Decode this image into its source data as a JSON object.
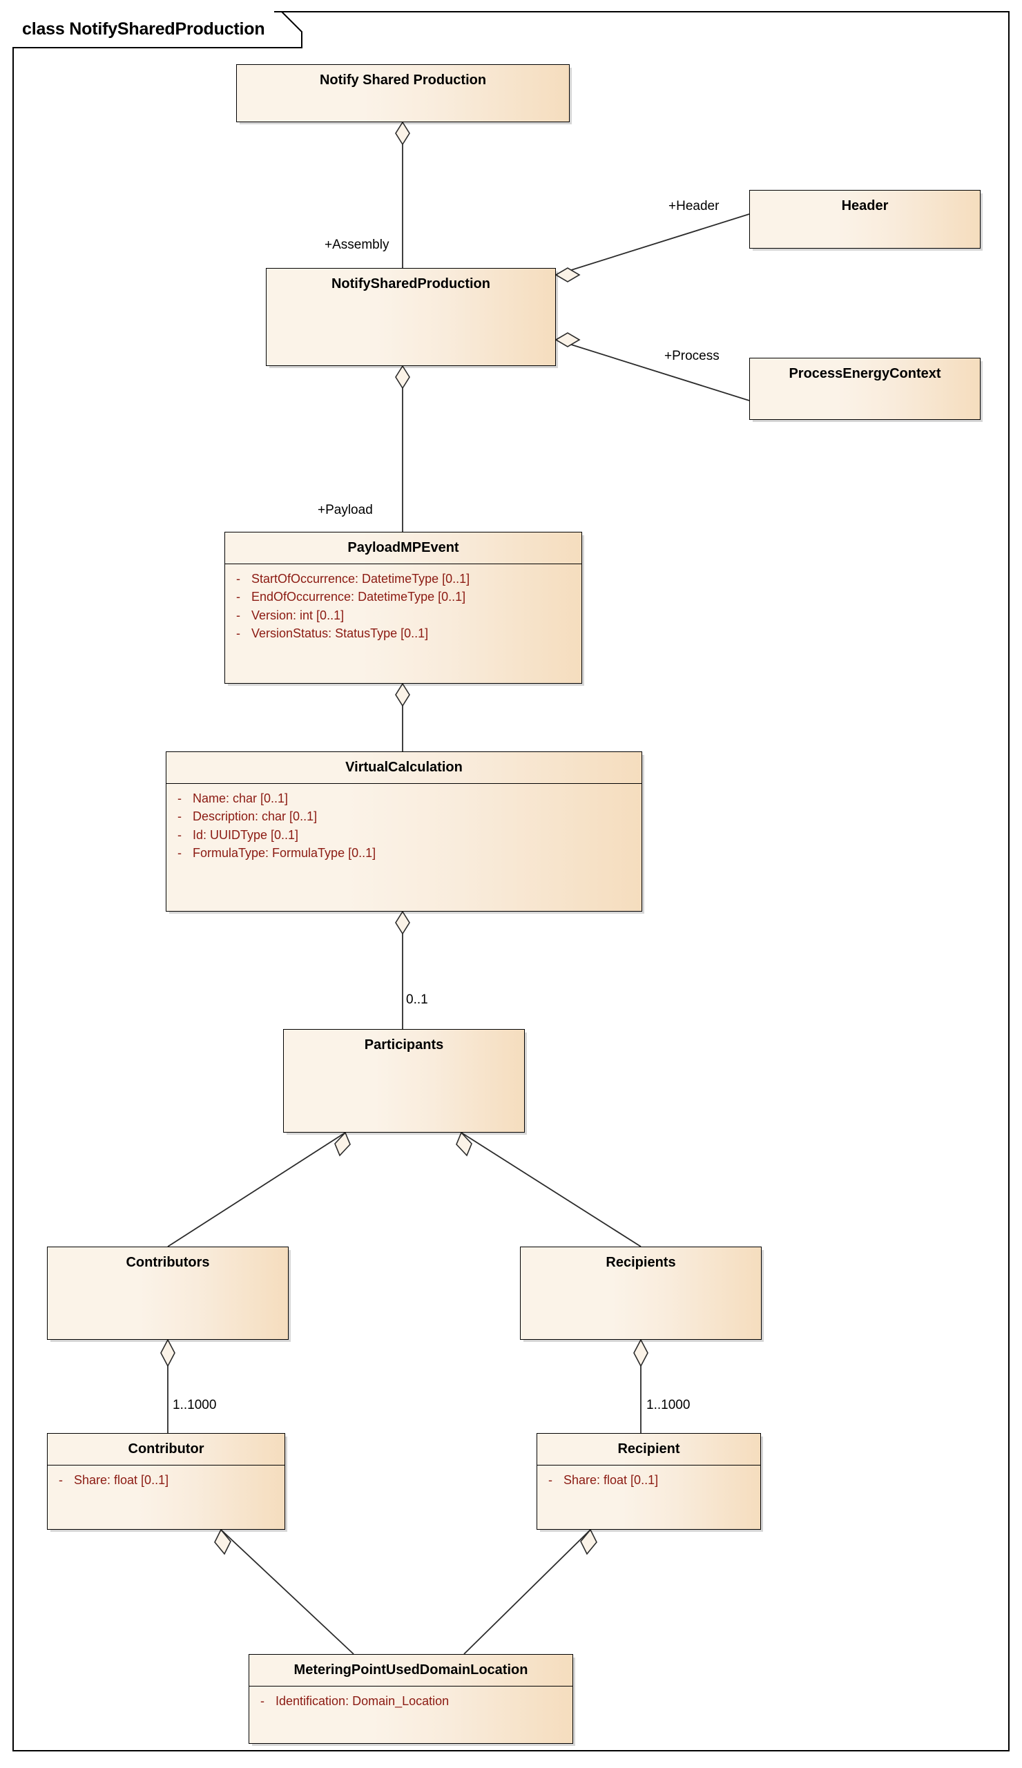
{
  "diagram": {
    "frame_label": "class NotifySharedProduction",
    "type": "uml-class-diagram",
    "colors": {
      "box_fill_left": "#FBF3E8",
      "box_fill_right": "#F5DDBE",
      "border": "#000000",
      "attribute_text": "#8B1A12",
      "title_text": "#000000",
      "background": "#FFFFFF"
    }
  },
  "classes": [
    {
      "id": "notify-shared-production-pkg",
      "name": "Notify Shared Production",
      "attributes": []
    },
    {
      "id": "notify-shared-production",
      "name": "NotifySharedProduction",
      "attributes": []
    },
    {
      "id": "header",
      "name": "Header",
      "attributes": []
    },
    {
      "id": "process-energy-context",
      "name": "ProcessEnergyContext",
      "attributes": []
    },
    {
      "id": "payload-mp-event",
      "name": "PayloadMPEvent",
      "attributes": [
        {
          "visibility": "-",
          "signature": "StartOfOccurrence: DatetimeType [0..1]"
        },
        {
          "visibility": "-",
          "signature": "EndOfOccurrence: DatetimeType [0..1]"
        },
        {
          "visibility": "-",
          "signature": "Version: int [0..1]"
        },
        {
          "visibility": "-",
          "signature": "VersionStatus: StatusType [0..1]"
        }
      ]
    },
    {
      "id": "virtual-calculation",
      "name": "VirtualCalculation",
      "attributes": [
        {
          "visibility": "-",
          "signature": "Name: char [0..1]"
        },
        {
          "visibility": "-",
          "signature": "Description: char [0..1]"
        },
        {
          "visibility": "-",
          "signature": "Id: UUIDType [0..1]"
        },
        {
          "visibility": "-",
          "signature": "FormulaType: FormulaType [0..1]"
        }
      ]
    },
    {
      "id": "participants",
      "name": "Participants",
      "attributes": []
    },
    {
      "id": "contributors",
      "name": "Contributors",
      "attributes": []
    },
    {
      "id": "recipients",
      "name": "Recipients",
      "attributes": []
    },
    {
      "id": "contributor",
      "name": "Contributor",
      "attributes": [
        {
          "visibility": "-",
          "signature": "Share: float [0..1]"
        }
      ]
    },
    {
      "id": "recipient",
      "name": "Recipient",
      "attributes": [
        {
          "visibility": "-",
          "signature": "Share: float [0..1]"
        }
      ]
    },
    {
      "id": "metering-point-used-domain-location",
      "name": "MeteringPointUsedDomainLocation",
      "attributes": [
        {
          "visibility": "-",
          "signature": "Identification: Domain_Location"
        }
      ]
    }
  ],
  "associations": [
    {
      "id": "assoc-assembly",
      "from": "notify-shared-production-pkg",
      "to": "notify-shared-production",
      "label": "+Assembly",
      "kind": "aggregation"
    },
    {
      "id": "assoc-header",
      "from": "notify-shared-production",
      "to": "header",
      "label": "+Header",
      "kind": "aggregation"
    },
    {
      "id": "assoc-process",
      "from": "notify-shared-production",
      "to": "process-energy-context",
      "label": "+Process",
      "kind": "aggregation"
    },
    {
      "id": "assoc-payload",
      "from": "notify-shared-production",
      "to": "payload-mp-event",
      "label": "+Payload",
      "kind": "aggregation"
    },
    {
      "id": "assoc-virtualcalc",
      "from": "payload-mp-event",
      "to": "virtual-calculation",
      "label": "",
      "kind": "aggregation"
    },
    {
      "id": "assoc-participants",
      "from": "virtual-calculation",
      "to": "participants",
      "label": "0..1",
      "kind": "aggregation"
    },
    {
      "id": "assoc-contributors",
      "from": "participants",
      "to": "contributors",
      "label": "",
      "kind": "aggregation"
    },
    {
      "id": "assoc-recipients",
      "from": "participants",
      "to": "recipients",
      "label": "",
      "kind": "aggregation"
    },
    {
      "id": "assoc-contributor",
      "from": "contributors",
      "to": "contributor",
      "label": "1..1000",
      "kind": "aggregation"
    },
    {
      "id": "assoc-recipient",
      "from": "recipients",
      "to": "recipient",
      "label": "1..1000",
      "kind": "aggregation"
    },
    {
      "id": "assoc-mpudl-left",
      "from": "contributor",
      "to": "metering-point-used-domain-location",
      "label": "",
      "kind": "aggregation"
    },
    {
      "id": "assoc-mpudl-right",
      "from": "recipient",
      "to": "metering-point-used-domain-location",
      "label": "",
      "kind": "aggregation"
    }
  ]
}
